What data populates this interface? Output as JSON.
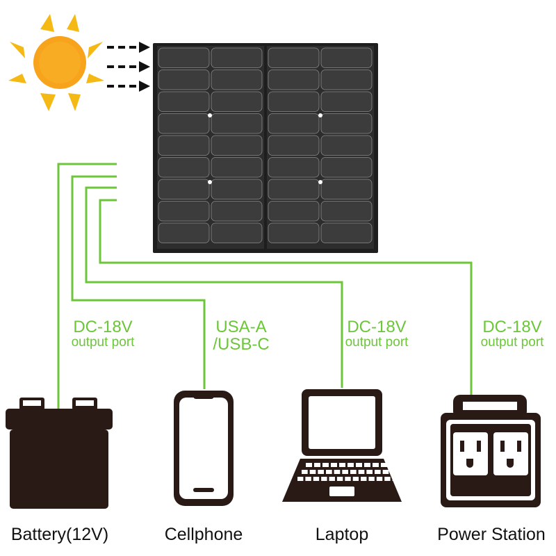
{
  "colors": {
    "wire": "#6cc63a",
    "label_green": "#6cc63a",
    "device": "#2a1a16",
    "panel_frame": "#222222",
    "cell": "#3c3c3c",
    "sun": "#f7a31c",
    "arrow": "#111111"
  },
  "icons": {
    "sun": "sun-icon",
    "panel": "solar-panel-icon",
    "battery": "car-battery-icon",
    "phone": "cellphone-icon",
    "laptop": "laptop-icon",
    "station": "power-station-icon"
  },
  "ports": [
    {
      "line1": "DC-18V",
      "line2": "output port"
    },
    {
      "line1": "USA-A",
      "line2": "/USB-C"
    },
    {
      "line1": "DC-18V",
      "line2": "output port"
    },
    {
      "line1": "DC-18V",
      "line2": "output port"
    }
  ],
  "devices": [
    {
      "label": "Battery(12V)"
    },
    {
      "label": "Cellphone"
    },
    {
      "label": "Laptop"
    },
    {
      "label": "Power Station"
    }
  ]
}
